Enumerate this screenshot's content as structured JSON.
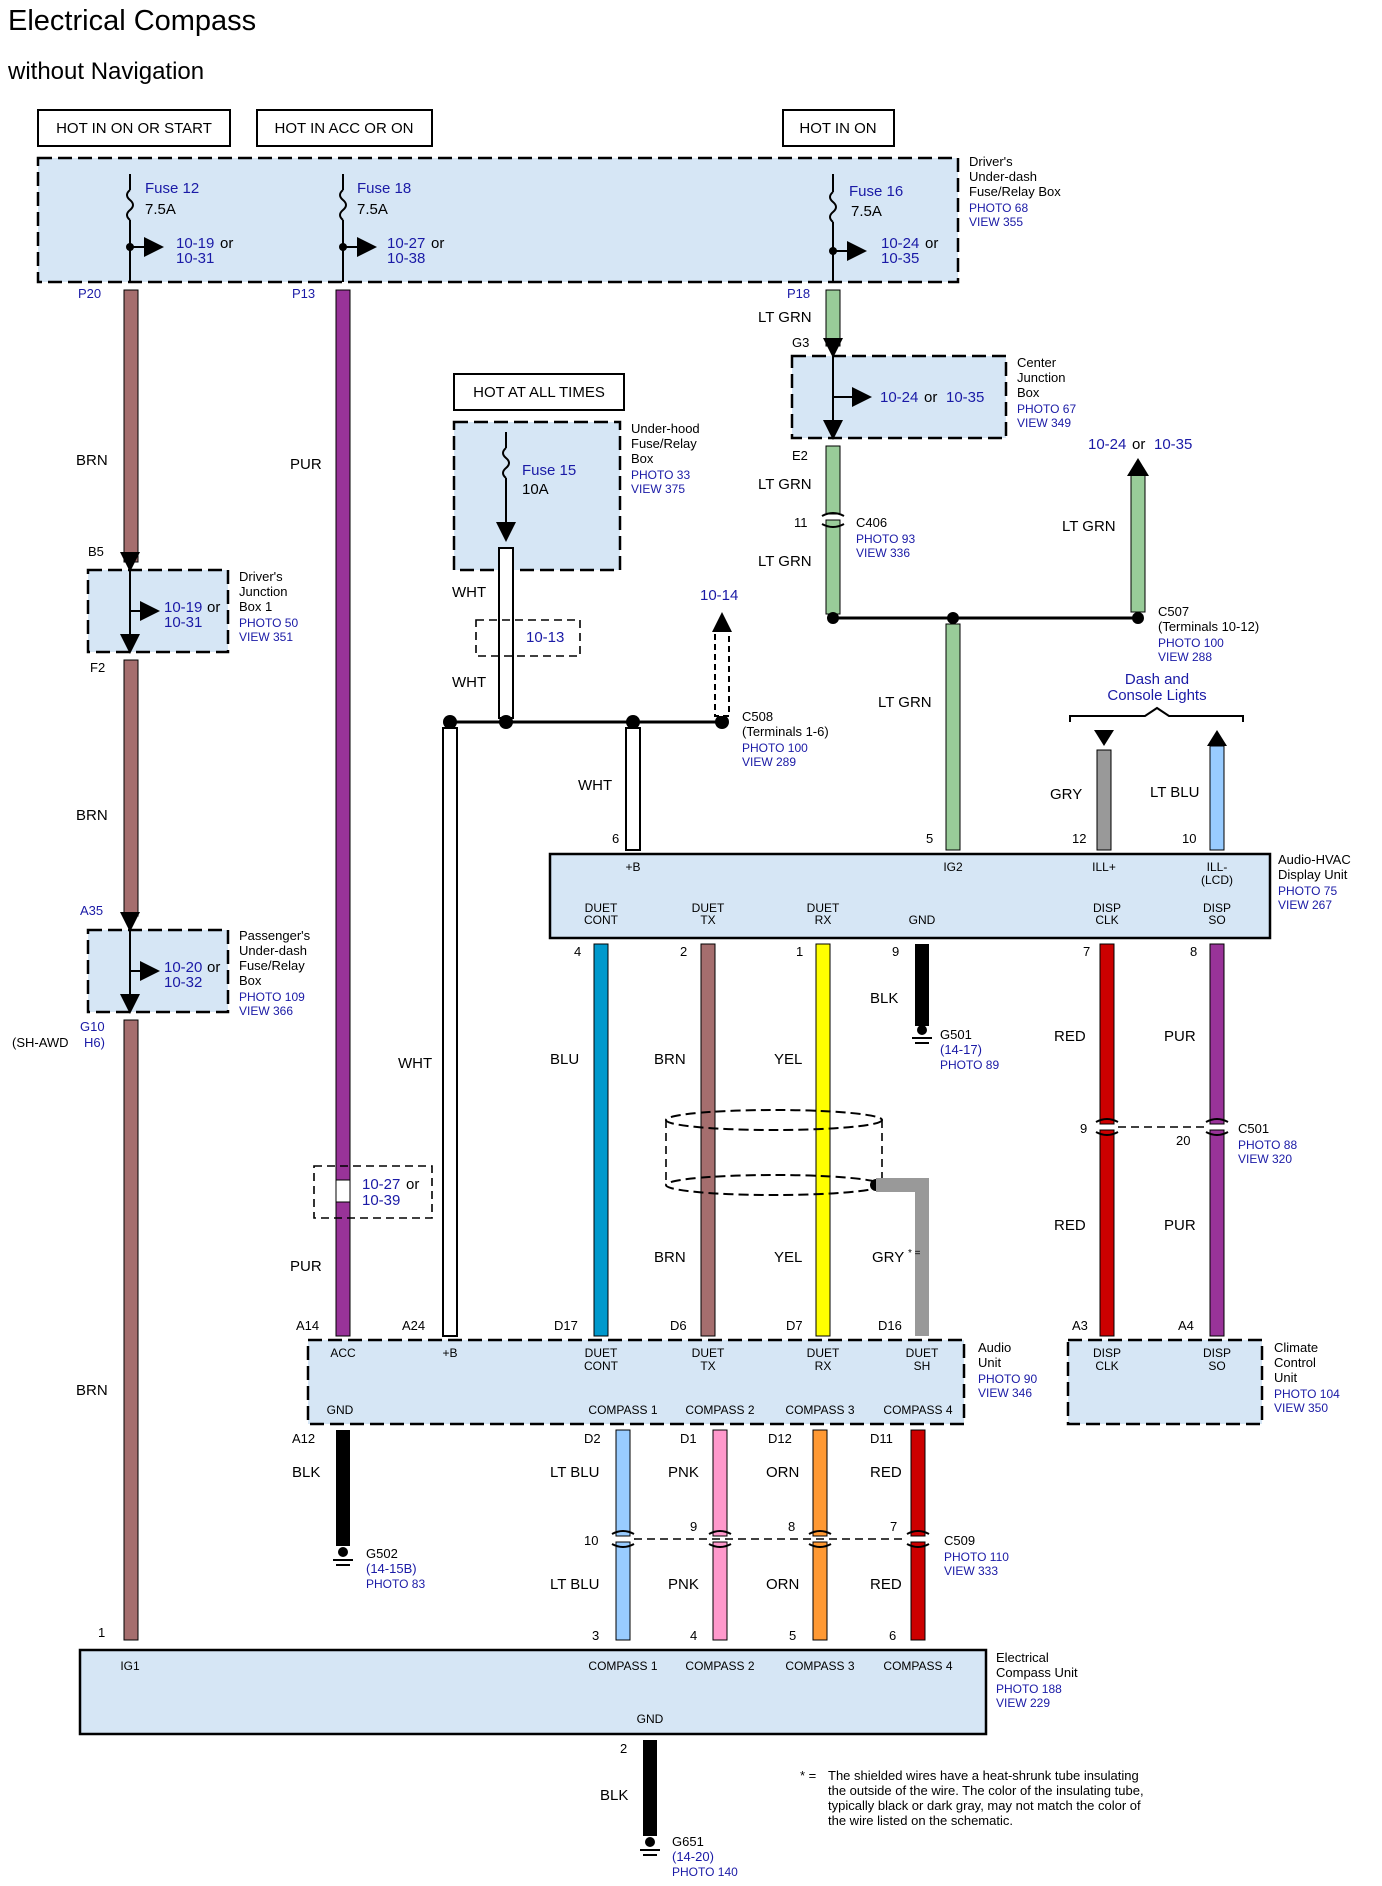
{
  "title": "Electrical Compass",
  "subtitle": "without Navigation",
  "power_sources": [
    "HOT IN ON OR START",
    "HOT IN ACC OR ON",
    "HOT IN ON",
    "HOT AT ALL TIMES"
  ],
  "colors": {
    "BRN": "#a56e6e",
    "PUR": "#993399",
    "LT GRN": "#99cc99",
    "WHT": "#ffffff",
    "BLU": "#0099cc",
    "YEL": "#ffff00",
    "BLK": "#000000",
    "RED": "#cc0000",
    "GRY": "#999999",
    "LT BLU": "#99ccff",
    "PNK": "#ff99cc",
    "ORN": "#ff9933",
    "box_fill": "#d6e6f5",
    "link_blue": "#1a1aa6"
  },
  "components": {
    "under_dash": {
      "name_lines": [
        "Driver's",
        "Under-dash",
        "Fuse/Relay Box"
      ],
      "photo": "PHOTO 68",
      "view": "VIEW 355"
    },
    "center_jb": {
      "name_lines": [
        "Center",
        "Junction",
        "Box"
      ],
      "photo": "PHOTO 67",
      "view": "VIEW 349"
    },
    "under_hood": {
      "name_lines": [
        "Under-hood",
        "Fuse/Relay",
        "Box"
      ],
      "photo": "PHOTO 33",
      "view": "VIEW 375"
    },
    "drivers_jb": {
      "name_lines": [
        "Driver's",
        "Junction",
        "Box 1"
      ],
      "photo": "PHOTO 50",
      "view": "VIEW 351"
    },
    "pass_under_dash": {
      "name_lines": [
        "Passenger's",
        "Under-dash",
        "Fuse/Relay",
        "Box"
      ],
      "photo": "PHOTO 109",
      "view": "VIEW 366"
    },
    "audio_hvac": {
      "name_lines": [
        "Audio-HVAC",
        "Display Unit"
      ],
      "photo": "PHOTO 75",
      "view": "VIEW 267"
    },
    "audio_unit": {
      "name_lines": [
        "Audio",
        "Unit"
      ],
      "photo": "PHOTO 90",
      "view": "VIEW 346"
    },
    "climate": {
      "name_lines": [
        "Climate",
        "Control",
        "Unit"
      ],
      "photo": "PHOTO 104",
      "view": "VIEW 350"
    },
    "compass": {
      "name_lines": [
        "Electrical",
        "Compass Unit"
      ],
      "photo": "PHOTO 188",
      "view": "VIEW 229"
    }
  },
  "fuses": {
    "f12": {
      "name": "Fuse 12",
      "rating": "7.5A",
      "ref_a": "10-19",
      "ref_b": "10-31"
    },
    "f18": {
      "name": "Fuse 18",
      "rating": "7.5A",
      "ref_a": "10-27",
      "ref_b": "10-38"
    },
    "f16": {
      "name": "Fuse 16",
      "rating": "7.5A",
      "ref_a": "10-24",
      "ref_b": "10-35"
    },
    "f15": {
      "name": "Fuse 15",
      "rating": "10A"
    }
  },
  "or": "or",
  "refs": {
    "cjb": [
      "10-24",
      "10-35"
    ],
    "c507_top": [
      "10-24",
      "10-35"
    ],
    "djb": [
      "10-19",
      "10-31"
    ],
    "pud": [
      "10-20",
      "10-32"
    ],
    "pur_mid": [
      "10-27",
      "10-39"
    ],
    "wht_box": "10-13",
    "c508_up": "10-14"
  },
  "terminals": {
    "P20": "P20",
    "P13": "P13",
    "P18": "P18",
    "G3": "G3",
    "E2": "E2",
    "B5": "B5",
    "F2": "F2",
    "A35": "A35",
    "G10": "G10",
    "sh_awd": "(SH-AWD",
    "H6": "H6)",
    "c406_11": "11"
  },
  "connectors": {
    "C406": {
      "name": "C406",
      "photo": "PHOTO 93",
      "view": "VIEW 336"
    },
    "C507": {
      "name": "C507",
      "note": "(Terminals 10-12)",
      "photo": "PHOTO 100",
      "view": "VIEW 288"
    },
    "C508": {
      "name": "C508",
      "note": "(Terminals 1-6)",
      "photo": "PHOTO 100",
      "view": "VIEW 289"
    },
    "C501": {
      "name": "C501",
      "photo": "PHOTO 88",
      "view": "VIEW 320"
    },
    "C509": {
      "name": "C509",
      "photo": "PHOTO 110",
      "view": "VIEW 333"
    }
  },
  "grounds": {
    "G501": {
      "name": "G501",
      "ref": "(14-17)",
      "photo": "PHOTO 89"
    },
    "G502": {
      "name": "G502",
      "ref": "(14-15B)",
      "photo": "PHOTO 83"
    },
    "G651": {
      "name": "G651",
      "ref": "(14-20)",
      "photo": "PHOTO 140"
    }
  },
  "dash_lights": [
    "Dash and",
    "Console Lights"
  ],
  "wire_labels": {
    "brn1": "BRN",
    "brn2": "BRN",
    "brn3": "BRN",
    "pur1": "PUR",
    "pur2": "PUR",
    "ltgrn1": "LT GRN",
    "ltgrn2": "LT GRN",
    "ltgrn3": "LT GRN",
    "ltgrn4": "LT GRN",
    "ltgrn5": "LT GRN",
    "wht1": "WHT",
    "wht2": "WHT",
    "wht3": "WHT",
    "wht4": "WHT",
    "gry1": "GRY",
    "ltblu1": "LT BLU",
    "blu": "BLU",
    "brn4": "BRN",
    "yel1": "YEL",
    "blk1": "BLK",
    "red1": "RED",
    "pur3": "PUR",
    "brn5": "BRN",
    "yel2": "YEL",
    "gry2": "GRY",
    "red2": "RED",
    "pur4": "PUR",
    "blk2": "BLK",
    "ltblu2": "LT BLU",
    "pnk1": "PNK",
    "orn1": "ORN",
    "red3": "RED",
    "ltblu3": "LT BLU",
    "pnk2": "PNK",
    "orn2": "ORN",
    "red4": "RED",
    "blk3": "BLK"
  },
  "hvac_pins": {
    "top_nums": [
      "6",
      "5",
      "12",
      "10"
    ],
    "top_labels": [
      "+B",
      "IG2",
      "ILL+",
      "ILL-",
      "(LCD)"
    ],
    "bottom_labels": [
      [
        "DUET",
        "CONT"
      ],
      [
        "DUET",
        "TX"
      ],
      [
        "DUET",
        "RX"
      ],
      [
        "GND"
      ],
      [
        "DISP",
        "CLK"
      ],
      [
        "DISP",
        "SO"
      ]
    ],
    "bottom_nums": [
      "4",
      "2",
      "1",
      "9",
      "7",
      "8"
    ]
  },
  "c501_pins": [
    "9",
    "20"
  ],
  "audio_pins": {
    "top_ids": [
      "A14",
      "A24",
      "D17",
      "D6",
      "D7",
      "D16"
    ],
    "top_labels": [
      [
        "ACC"
      ],
      [
        "+B"
      ],
      [
        "DUET",
        "CONT"
      ],
      [
        "DUET",
        "TX"
      ],
      [
        "DUET",
        "RX"
      ],
      [
        "DUET",
        "SH"
      ]
    ],
    "gnd": "GND",
    "bottom_labels": [
      "COMPASS 1",
      "COMPASS 2",
      "COMPASS 3",
      "COMPASS 4"
    ],
    "bottom_ids": [
      "A12",
      "D2",
      "D1",
      "D12",
      "D11"
    ]
  },
  "climate_pins": {
    "ids": [
      "A3",
      "A4"
    ],
    "labels": [
      [
        "DISP",
        "CLK"
      ],
      [
        "DISP",
        "SO"
      ]
    ]
  },
  "c509_pins": [
    "10",
    "9",
    "8",
    "7"
  ],
  "compass_pins": {
    "ig1_num": "1",
    "ig1": "IG1",
    "nums": [
      "3",
      "4",
      "5",
      "6"
    ],
    "labels": [
      "COMPASS 1",
      "COMPASS 2",
      "COMPASS 3",
      "COMPASS 4"
    ],
    "gnd": "GND",
    "gnd_num": "2"
  },
  "footnote": {
    "star": "* =",
    "lines": [
      "The shielded wires have a heat-shrunk tube insulating",
      "the outside of the wire. The color of the insulating tube,",
      "typically black or dark gray, may not match the color of",
      "the wire listed on the schematic."
    ]
  }
}
